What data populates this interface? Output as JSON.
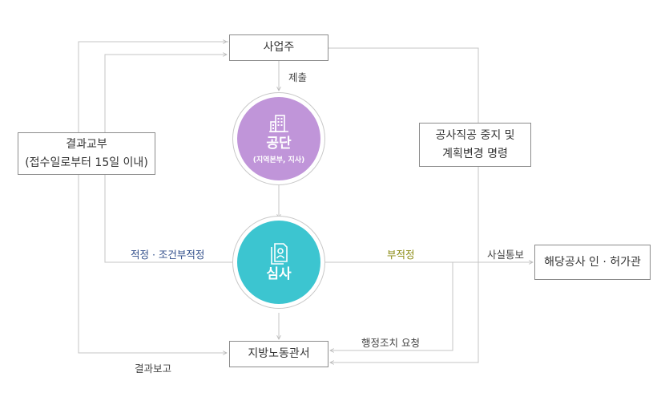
{
  "nodes": {
    "owner": "사업주",
    "corporation": {
      "title": "공단",
      "subtitle": "(지역본부, 지사)"
    },
    "review": "심사",
    "labor_office": "지방노동관서",
    "result_delivery": {
      "line1": "결과교부",
      "line2": "(접수일로부터 15일 이내)"
    },
    "stop_order": {
      "line1": "공사직공 중지 및",
      "line2": "계획변경 명령"
    },
    "permit_agency": "해당공사 인 · 허가관"
  },
  "edge_labels": {
    "submit": "제출",
    "suitable": "적정 · 조건부적정",
    "unsuitable": "부적정",
    "notify": "사실통보",
    "admin_request": "행정조치 요청",
    "result_report": "결과보고"
  },
  "icons": {
    "corporation": "building-icon",
    "review": "document-review-icon"
  },
  "colors": {
    "corporation_circle": "#c095d9",
    "review_circle": "#3cc5d0",
    "suitable_label": "#2f4d8a",
    "unsuitable_label": "#8a8a10"
  }
}
